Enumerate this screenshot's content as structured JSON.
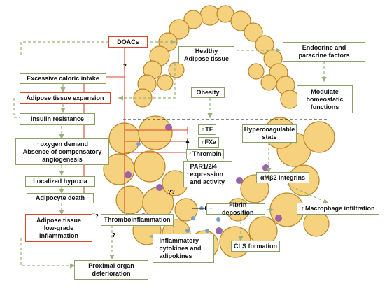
{
  "colors": {
    "cell_fill": "#f7d27e",
    "cell_stroke": "#b9852a",
    "box_border": "#8aa06a",
    "inhibit_red": "#d9472b",
    "dashed_green": "#9bb27b",
    "macrophage": "#9b63a8",
    "platelet": "#7aa0c8"
  },
  "labels": {
    "doacs": "DOACs",
    "healthy": "Healthy\nAdipose tissue",
    "endocrine": "Endocrine and\nparacrine factors",
    "modulate": "Modulate\nhomeostatic\nfunctions",
    "excessive": "Excessive caloric intake",
    "expansion": "Adipose tissue expansion",
    "obesity": "Obesity",
    "insulin": "Insulin resistance",
    "hypercoag": "Hypercoagulable\nstate",
    "tf": "TF",
    "fxa": "FXa",
    "thrombin": "Thrombin",
    "par": "PAR1/2/4\nexpression\nand activity",
    "oxygen": "oxygen demand\nAbsence of compensatory\nangiogenesis",
    "hypoxia": "Localized hypoxia",
    "death": "Adipocyte death",
    "integrins": "αMβ2 integrins",
    "fibrin": "Fibrin deposition",
    "macrophage": "Macrophage infiltration",
    "low_grade": "Adipose tissue\nlow-grade\ninflammation",
    "thromboinflammation": "Thromboinflammation",
    "cytokines": "Inflammatory\ncytokines and\nadipokines",
    "cls": "CLS formation",
    "proximal": "Proximal organ\ndeterioration",
    "q1": "?",
    "q2": "?",
    "q3": "?",
    "qq": "??"
  }
}
